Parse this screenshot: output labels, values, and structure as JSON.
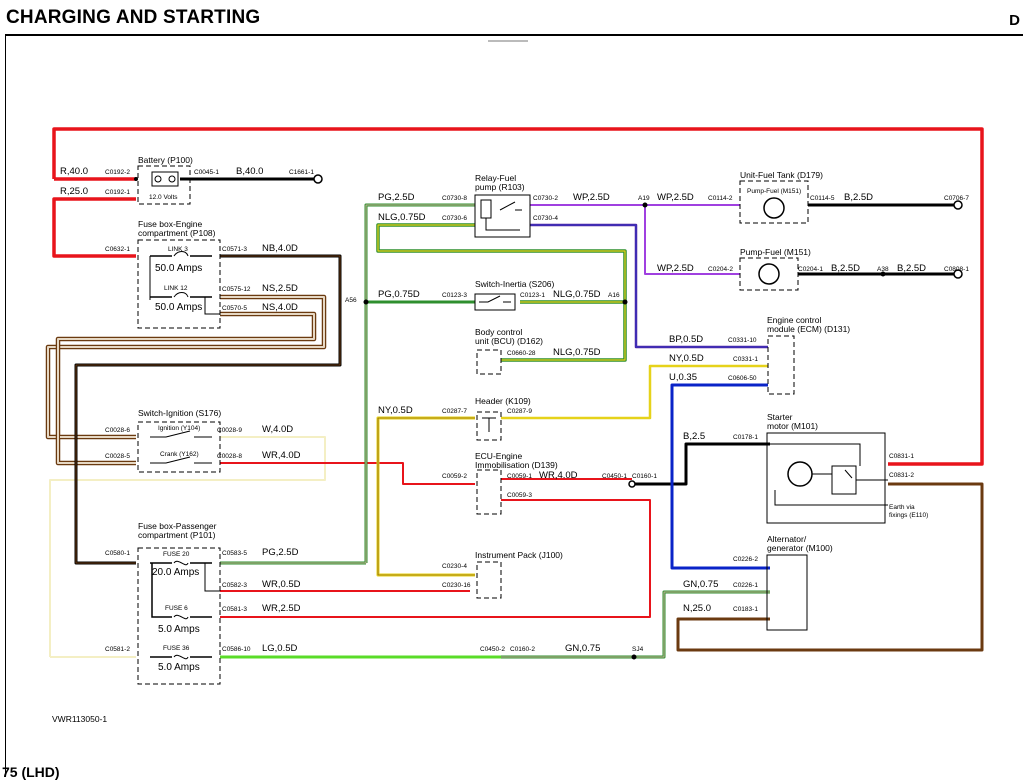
{
  "header": {
    "title": "CHARGING AND STARTING",
    "page_letter": "D"
  },
  "footer": {
    "text": "75 (LHD)"
  },
  "drawing_ref": "VWR113050-1",
  "components": {
    "battery": {
      "name": "Battery (P100)",
      "rating": "12.0 Volts"
    },
    "fusebox_engine": {
      "name": "Fuse box-Engine compartment (P108)",
      "link3": "LINK 3",
      "link3_amps": "50.0 Amps",
      "link12": "LINK 12",
      "link12_amps": "50.0 Amps"
    },
    "switch_ignition": {
      "name": "Switch-Ignition (S176)",
      "ignition": "Ignition (Y104)",
      "crank": "Crank (Y162)"
    },
    "fusebox_pass": {
      "name": "Fuse box-Passenger compartment (P101)",
      "fuse20": "FUSE 20",
      "fuse20_amps": "20.0 Amps",
      "fuse6": "FUSE 6",
      "fuse6_amps": "5.0 Amps",
      "fuse36": "FUSE 36",
      "fuse36_amps": "5.0 Amps"
    },
    "relay_fuel": {
      "name": "Relay-Fuel pump (R103)"
    },
    "switch_inertia": {
      "name": "Switch-Inertia (S206)"
    },
    "bcu": {
      "name": "Body control unit (BCU) (D162)"
    },
    "header_k109": {
      "name": "Header (K109)"
    },
    "ecu_immob": {
      "name": "ECU-Engine Immobilisation (D139)"
    },
    "instrument_pack": {
      "name": "Instrument Pack (J100)"
    },
    "fuel_tank_unit": {
      "name": "Unit-Fuel Tank (D179)",
      "inner": "Pump-Fuel (M151)"
    },
    "pump_fuel": {
      "name": "Pump-Fuel (M151)"
    },
    "ecm": {
      "name": "Engine control module (ECM) (D131)"
    },
    "starter": {
      "name": "Starter motor (M101)",
      "earth": "Earth via fixings (E110)"
    },
    "alternator": {
      "name": "Alternator/ generator (M100)"
    }
  },
  "wires": {
    "w_r40": "R,40.0",
    "w_r25": "R,25.0",
    "w_b40": "B,40.0",
    "w_nb4": "NB,4.0D",
    "w_ns25": "NS,2.5D",
    "w_ns4": "NS,4.0D",
    "w_w4": "W,4.0D",
    "w_wr4": "WR,4.0D",
    "w_pg25_fb": "PG,2.5D",
    "w_wr05": "WR,0.5D",
    "w_wr25": "WR,2.5D",
    "w_lg05": "LG,0.5D",
    "w_pg25_relay": "PG,2.5D",
    "w_nlg075_relay": "NLG,0.75D",
    "w_wp25_a": "WP,2.5D",
    "w_wp25_b": "WP,2.5D",
    "w_wp25_c": "WP,2.5D",
    "w_b25_tank": "B,2.5D",
    "w_b25_pump": "B,2.5D",
    "w_b25_pump2": "B,2.5D",
    "w_pg075": "PG,0.75D",
    "w_nlg075_inertia": "NLG,0.75D",
    "w_nlg075_bcu": "NLG,0.75D",
    "w_ny05_hdr": "NY,0.5D",
    "w_wr4_ecu": "WR,4.0D",
    "w_bp05": "BP,0.5D",
    "w_ny05_ecm": "NY,0.5D",
    "w_u035": "U,0.35",
    "w_b25_st": "B,2.5",
    "w_gn075_sj": "GN,0.75",
    "w_gn075_alt": "GN,0.75",
    "w_n25": "N,25.0"
  },
  "connectors": {
    "c0192_2": "C0192-2",
    "c0192_1": "C0192-1",
    "c0045_1": "C0045-1",
    "c1661_1": "C1661-1",
    "c0632_1": "C0632-1",
    "c0571_3": "C0571-3",
    "c0575_12": "C0575-12",
    "c0570_5": "C0570-5",
    "a56": "A56",
    "c0028_6": "C0028-6",
    "c0028_9": "C0028-9",
    "c0028_5": "C0028-5",
    "c0028_8": "C0028-8",
    "c0580_1": "C0580-1",
    "c0583_5": "C0583-5",
    "c0582_3": "C0582-3",
    "c0581_3": "C0581-3",
    "c0581_2": "C0581-2",
    "c0586_10": "C0586-10",
    "c0730_8": "C0730-8",
    "c0730_6": "C0730-6",
    "c0730_2": "C0730-2",
    "c0730_4": "C0730-4",
    "a19": "A19",
    "c0114_2": "C0114-2",
    "c0114_5": "C0114-5",
    "c0706_7": "C0706-7",
    "c0204_2": "C0204-2",
    "c0204_1": "C0204-1",
    "a38": "A38",
    "c0808_1": "C0808-1",
    "c0123_3": "C0123-3",
    "c0123_1": "C0123-1",
    "a16": "A16",
    "c0660_28": "C0660-28",
    "c0287_7": "C0287-7",
    "c0287_9": "C0287-9",
    "c0059_2": "C0059-2",
    "c0059_1": "C0059-1",
    "c0059_3": "C0059-3",
    "c0450_1": "C0450-1",
    "c0160_1": "C0160-1",
    "c0230_4": "C0230-4",
    "c0230_16": "C0230-16",
    "c0450_2": "C0450-2",
    "c0160_2": "C0160-2",
    "sj4": "SJ4",
    "c0331_10": "C0331-10",
    "c0331_1": "C0331-1",
    "c0606_50": "C0606-50",
    "c0178_1": "C0178-1",
    "c0831_1": "C0831-1",
    "c0831_2": "C0831-2",
    "c0226_2": "C0226-2",
    "c0226_1": "C0226-1",
    "c0183_1": "C0183-1"
  },
  "colors": {
    "red": "#e8141b",
    "black": "#000000",
    "brown": "#6b3a10",
    "tan": "#c9b49a",
    "green": "#2f8f2f",
    "yellow": "#e6d21a",
    "purple": "#7030a0",
    "blue": "#0a24c8",
    "lime": "#5adc28",
    "pale": "#f7f3c0"
  }
}
